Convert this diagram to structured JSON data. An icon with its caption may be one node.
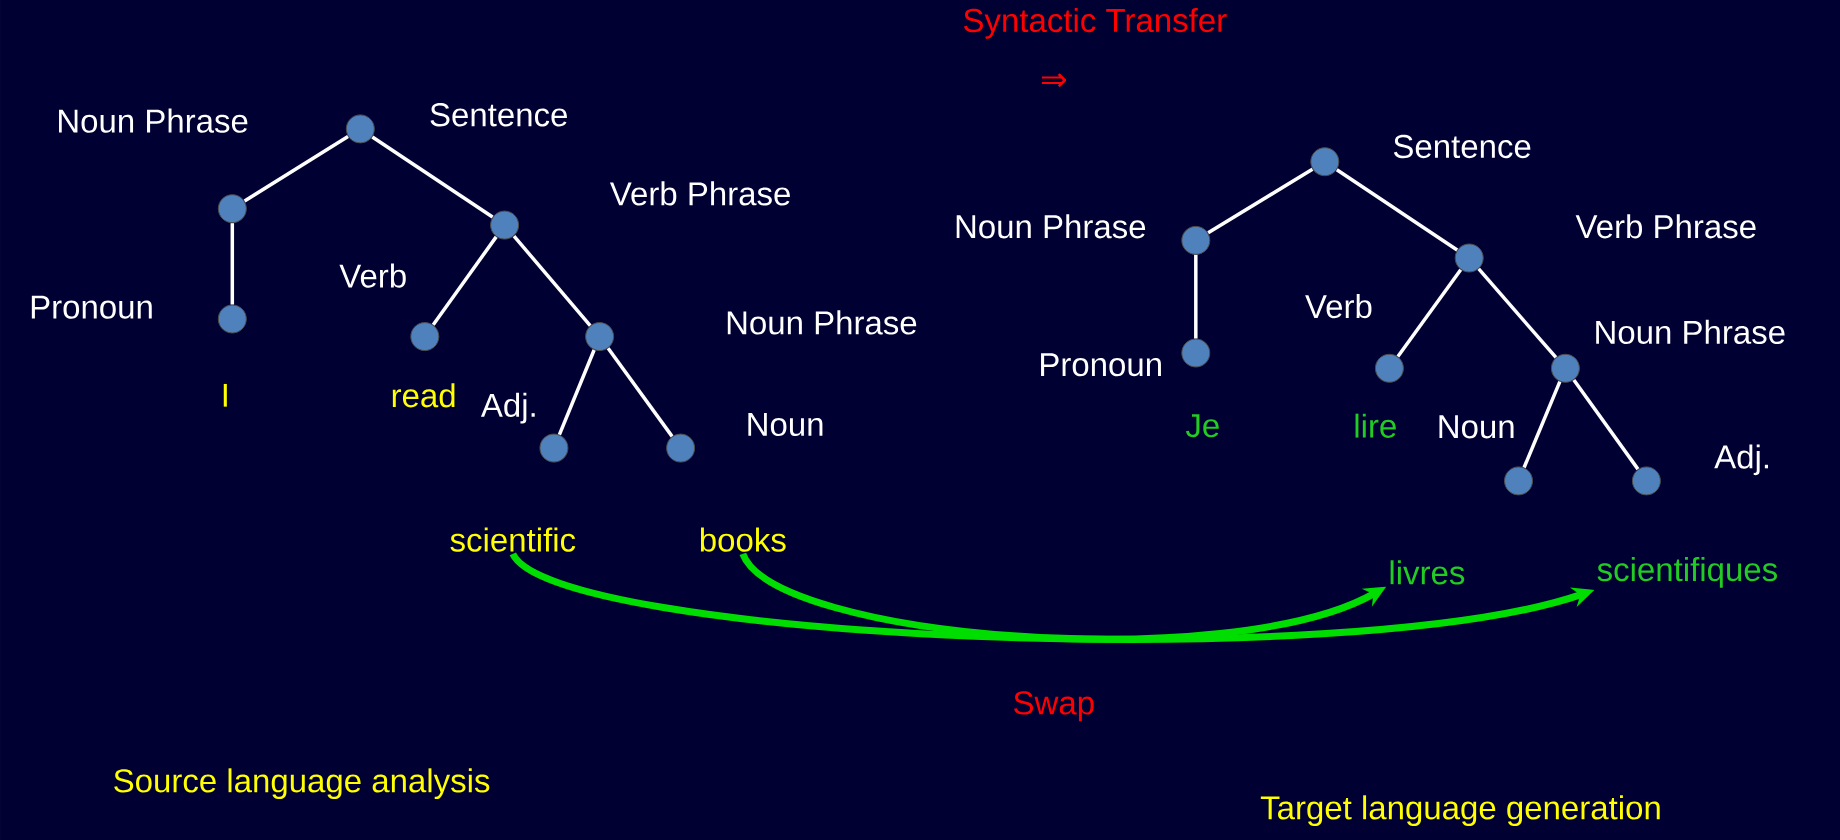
{
  "diagram": {
    "title": "Syntactic Transfer",
    "nodes": [
      {
        "text": [],
        "shape": "circle",
        "beside": [
          "Sentence"
        ]
      },
      {
        "text": [],
        "shape": "circle",
        "beside": [
          "Noun Phrase"
        ]
      },
      {
        "text": [],
        "shape": "circle",
        "beside": [
          "Pronoun"
        ]
      },
      {
        "text": [],
        "shape": "circle",
        "beside": [
          "Verb Phrase"
        ]
      },
      {
        "text": [],
        "shape": "circle",
        "beside": [
          "Verb"
        ]
      },
      {
        "text": [],
        "shape": "circle",
        "beside": [
          "Noun Phrase"
        ]
      },
      {
        "text": [],
        "shape": "circle",
        "beside": [
          "Adj."
        ]
      },
      {
        "text": [],
        "shape": "circle",
        "beside": [
          "Noun"
        ]
      },
      {
        "text": [],
        "shape": "circle",
        "beside": [
          "Sentence"
        ]
      },
      {
        "text": [],
        "shape": "circle",
        "beside": [
          "Noun Phrase"
        ]
      },
      {
        "text": [],
        "shape": "circle",
        "beside": [
          "Pronoun"
        ]
      },
      {
        "text": [],
        "shape": "circle",
        "beside": [
          "Verb Phrase"
        ]
      },
      {
        "text": [],
        "shape": "circle",
        "beside": [
          "Verb"
        ]
      },
      {
        "text": [],
        "shape": "circle",
        "beside": [
          "Noun Phrase"
        ]
      },
      {
        "text": [],
        "shape": "circle",
        "beside": [
          "Noun"
        ]
      },
      {
        "text": [],
        "shape": "circle",
        "beside": [
          "Adj."
        ]
      },
      {
        "text": [
          "scientific"
        ]
      },
      {
        "text": [
          "books"
        ]
      },
      {
        "text": [
          "livres"
        ]
      },
      {
        "text": [
          "scientifiques"
        ]
      }
    ],
    "edges": [
      {
        "from": 0,
        "to": 1,
        "arrow": "none"
      },
      {
        "from": 1,
        "to": 2,
        "arrow": "none"
      },
      {
        "from": 0,
        "to": 3,
        "arrow": "none"
      },
      {
        "from": 3,
        "to": 4,
        "arrow": "none"
      },
      {
        "from": 3,
        "to": 5,
        "arrow": "none"
      },
      {
        "from": 5,
        "to": 6,
        "arrow": "none"
      },
      {
        "from": 5,
        "to": 7,
        "arrow": "none"
      },
      {
        "from": 8,
        "to": 9,
        "arrow": "none"
      },
      {
        "from": 9,
        "to": 10,
        "arrow": "none"
      },
      {
        "from": 8,
        "to": 11,
        "arrow": "none"
      },
      {
        "from": 11,
        "to": 12,
        "arrow": "none"
      },
      {
        "from": 11,
        "to": 13,
        "arrow": "none"
      },
      {
        "from": 13,
        "to": 14,
        "arrow": "none"
      },
      {
        "from": 13,
        "to": 15,
        "arrow": "none"
      },
      {
        "from": 16,
        "to": 19,
        "arrow": "to",
        "style": "thick",
        "color": "#00dd00"
      },
      {
        "from": 17,
        "to": 18,
        "arrow": "to",
        "style": "thick",
        "color": "#00dd00"
      }
    ],
    "labels": [
      "⇒",
      "I",
      "read",
      "Je",
      "lire",
      "Swap",
      "Source language analysis",
      "Target language generation"
    ]
  }
}
